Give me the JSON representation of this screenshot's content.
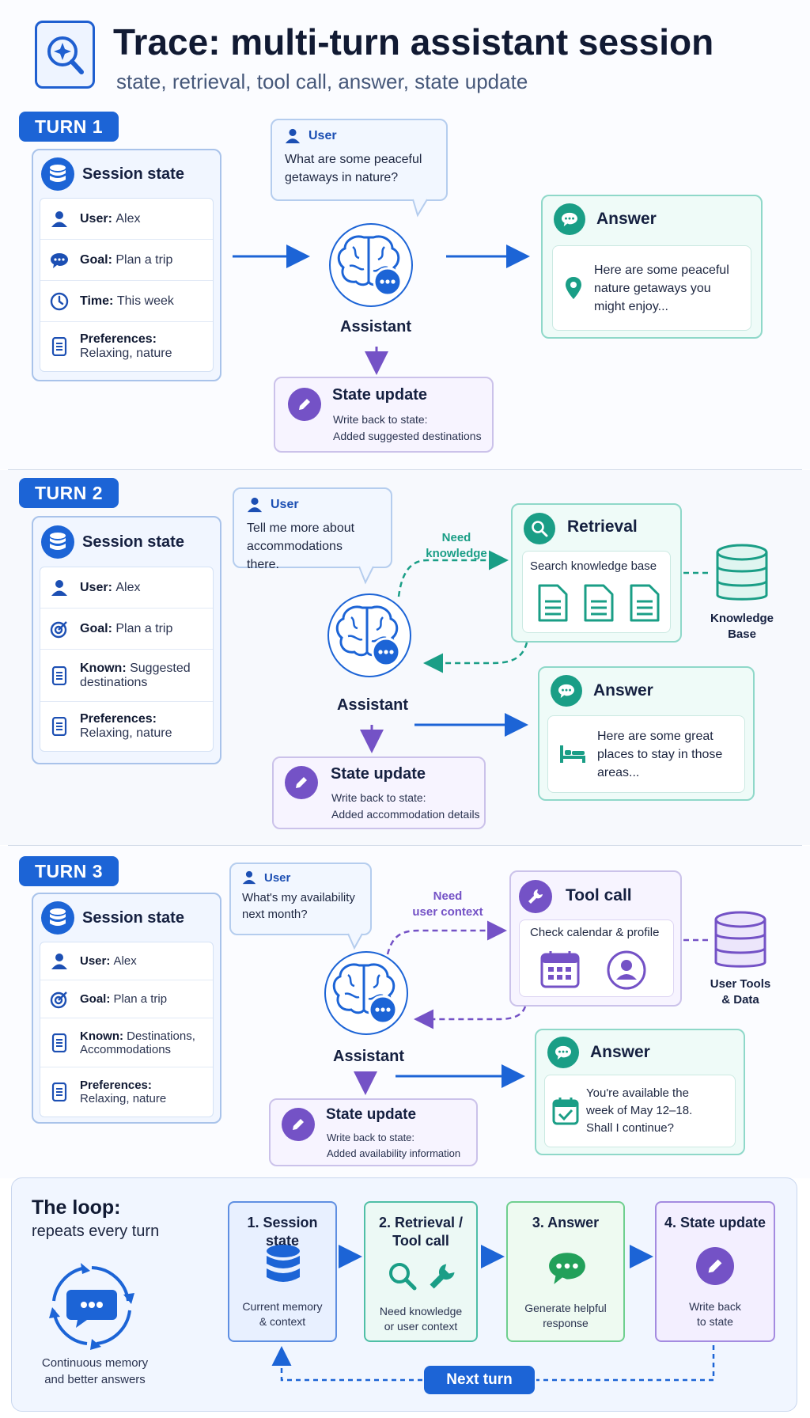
{
  "header": {
    "title": "Trace: multi-turn assistant session",
    "subtitle": "state, retrieval, tool call, answer, state update"
  },
  "turns": [
    {
      "label": "TURN 1",
      "state": {
        "title": "Session state",
        "rows": [
          {
            "key": "User:",
            "value": "Alex",
            "icon": "user-icon"
          },
          {
            "key": "Goal:",
            "value": "Plan a trip",
            "icon": "chat-icon"
          },
          {
            "key": "Time:",
            "value": "This week",
            "icon": "clock-icon"
          },
          {
            "key": "Preferences:",
            "value": "Relaxing, nature",
            "icon": "document-icon"
          }
        ]
      },
      "user": {
        "who": "User",
        "line1": "What are some peaceful",
        "line2": "getaways in nature?"
      },
      "assistant": "Assistant",
      "answer": {
        "title": "Answer",
        "line1": "Here are some peaceful",
        "line2": "nature getaways you",
        "line3": "might enjoy..."
      },
      "update": {
        "title": "State update",
        "line1": "Write back to state:",
        "line2": "Added suggested destinations"
      }
    },
    {
      "label": "TURN 2",
      "state": {
        "title": "Session state",
        "rows": [
          {
            "key": "User:",
            "value": "Alex",
            "icon": "user-icon"
          },
          {
            "key": "Goal:",
            "value": "Plan a trip",
            "icon": "target-icon"
          },
          {
            "key": "Known:",
            "value": "Suggested",
            "value2": "destinations",
            "icon": "document-icon"
          },
          {
            "key": "Preferences:",
            "value": "Relaxing, nature",
            "icon": "document-icon"
          }
        ]
      },
      "user": {
        "who": "User",
        "line1": "Tell me more about",
        "line2": "accommodations there."
      },
      "assistant": "Assistant",
      "need": {
        "line1": "Need",
        "line2": "knowledge"
      },
      "retrieval": {
        "title": "Retrieval",
        "label": "Search knowledge base"
      },
      "side": {
        "line1": "Knowledge",
        "line2": "Base"
      },
      "answer": {
        "title": "Answer",
        "line1": "Here are some great",
        "line2": "places to stay in those",
        "line3": "areas..."
      },
      "update": {
        "title": "State update",
        "line1": "Write back to state:",
        "line2": "Added accommodation details"
      }
    },
    {
      "label": "TURN 3",
      "state": {
        "title": "Session state",
        "rows": [
          {
            "key": "User:",
            "value": "Alex",
            "icon": "user-icon"
          },
          {
            "key": "Goal:",
            "value": "Plan a trip",
            "icon": "target-icon"
          },
          {
            "key": "Known:",
            "value": "Destinations,",
            "value2": "Accommodations",
            "icon": "document-icon"
          },
          {
            "key": "Preferences:",
            "value": "Relaxing, nature",
            "icon": "document-icon"
          }
        ]
      },
      "user": {
        "who": "User",
        "line1": "What's my availability",
        "line2": "next month?"
      },
      "assistant": "Assistant",
      "need": {
        "line1": "Need",
        "line2": "user context"
      },
      "tool": {
        "title": "Tool call",
        "label": "Check calendar & profile"
      },
      "side": {
        "line1": "User Tools",
        "line2": "& Data"
      },
      "answer": {
        "title": "Answer",
        "line1": "You're available the",
        "line2": "week of May 12–18.",
        "line3": "Shall I continue?"
      },
      "update": {
        "title": "State update",
        "line1": "Write back to state:",
        "line2": "Added availability information"
      }
    }
  ],
  "loop": {
    "title": "The loop:",
    "subtitle": "repeats every turn",
    "footer1": "Continuous memory",
    "footer2": "and better answers",
    "steps": [
      {
        "title1": "1. Session state",
        "title2": "",
        "text1": "Current memory",
        "text2": "& context"
      },
      {
        "title1": "2. Retrieval /",
        "title2": "Tool call",
        "text1": "Need knowledge",
        "text2": "or user context"
      },
      {
        "title1": "3. Answer",
        "title2": "",
        "text1": "Generate helpful",
        "text2": "response"
      },
      {
        "title1": "4. State update",
        "title2": "",
        "text1": "Write back",
        "text2": "to state"
      }
    ],
    "next": "Next turn"
  },
  "colors": {
    "blue": "#1c64d6",
    "teal": "#1a9e86",
    "purple": "#7452c6",
    "green": "#22a05a"
  }
}
